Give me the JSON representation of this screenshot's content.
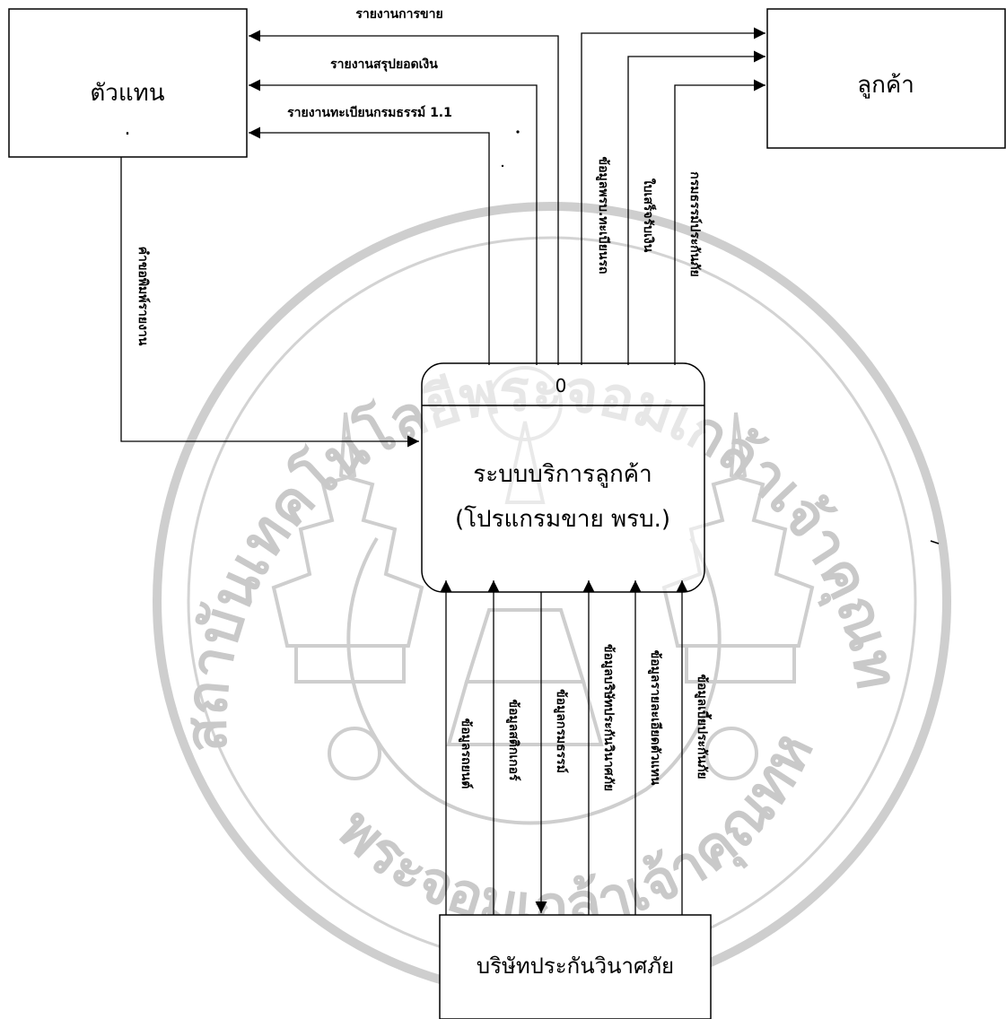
{
  "watermark": {
    "top_text": "สถาบันเทคโนโลยีพระจอมเกล้าเจ้าคุณทหารลาดกระบัง",
    "bottom_text": "พระจอมเกล้าเจ้าคุณทหาร",
    "color": "#c4c4c4"
  },
  "entities": {
    "agent": "ตัวแทน",
    "agent_mark": ".",
    "customer": "ลูกค้า",
    "insurer": "บริษัทประกันวินาศภัย"
  },
  "process": {
    "number": "0",
    "name_line1": "ระบบบริการลูกค้า",
    "name_line2": "(โปรแกรมขาย พรบ.)"
  },
  "flows": {
    "to_agent": [
      "รายงานการขาย",
      "รายงานสรุปยอดเงิน",
      "รายงานทะเบียนกรมธรรม์ 1.1"
    ],
    "from_agent": "คำขอพิมพ์รายงาน",
    "to_customer": [
      "ข้อมูลพรบ.ทะเบียนรถ",
      "ใบเสร็จรับเงิน",
      "กรมธรรม์ประกันภัย"
    ],
    "from_insurer": [
      "ข้อมูลรถยนต์",
      "ข้อมูลสติกเกอร์",
      "ข้อมูลกรมธรรม์",
      "ข้อมูลบริษัทประกันวินาศภัย",
      "ข้อมูลรายละเอียดตัวแทน",
      "ข้อมูลเบี้ยประกันภัย"
    ]
  }
}
